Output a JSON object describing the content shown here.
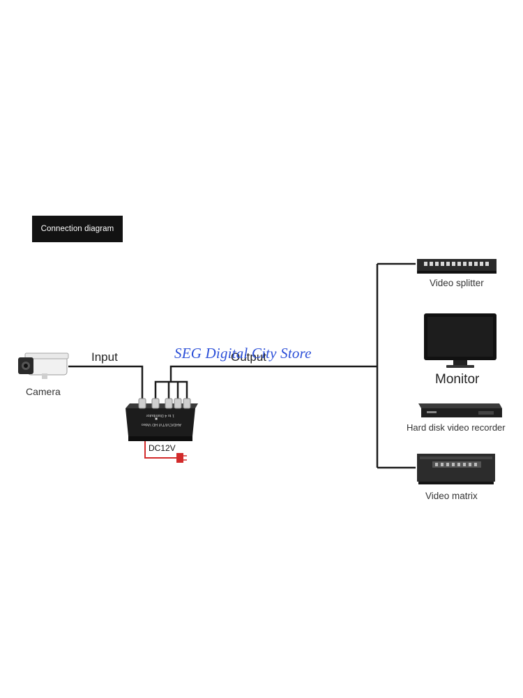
{
  "diagram": {
    "title": "Connection diagram",
    "input_label": "Input",
    "output_label": "Output",
    "power_label": "DC12V",
    "device_text_line1": "AHD/CVI/TVI HD Video",
    "device_text_line2": "1 to 4 Distributor",
    "watermark": "SEG Digital City Store"
  },
  "source": {
    "label": "Camera",
    "icon": "bullet-camera-icon"
  },
  "outputs": [
    {
      "label": "Video splitter",
      "icon": "video-splitter-icon"
    },
    {
      "label": "Monitor",
      "icon": "monitor-icon"
    },
    {
      "label": "Hard disk video recorder",
      "icon": "dvr-icon"
    },
    {
      "label": "Video matrix",
      "icon": "video-matrix-icon"
    }
  ],
  "colors": {
    "wire": "#1a1a1a",
    "power_wire": "#d22a2a",
    "watermark": "#2b4fd8",
    "title_bg": "#121212"
  }
}
